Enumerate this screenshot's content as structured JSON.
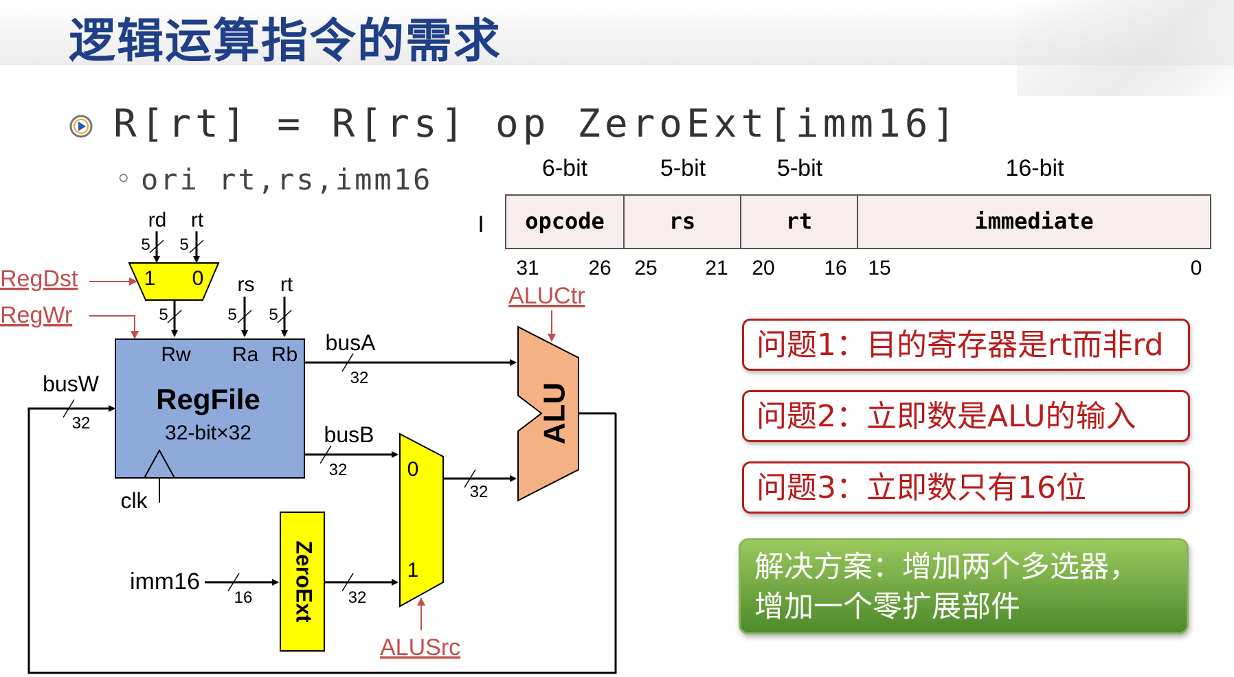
{
  "title": "逻辑运算指令的需求",
  "formula": "R[rt] = R[rs] op ZeroExt[imm16]",
  "sub_bullet": "◦",
  "instruction": "ori rt,rs,imm16",
  "format": {
    "marker": "I",
    "widths": [
      "6-bit",
      "5-bit",
      "5-bit",
      "16-bit"
    ],
    "fields": [
      "opcode",
      "rs",
      "rt",
      "immediate"
    ],
    "bit_positions": [
      "31",
      "26",
      "25",
      "21",
      "20",
      "16",
      "15",
      "0"
    ]
  },
  "diagram": {
    "mux1": {
      "in_left": "1",
      "in_right": "0",
      "top_rd": "rd",
      "top_rt": "rt",
      "width_rd": "5",
      "width_rt": "5",
      "width_out": "5"
    },
    "control": {
      "regdst": "RegDst",
      "regwr": "RegWr",
      "aluctr": "ALUCtr",
      "alusrc": "ALUSrc"
    },
    "regfile": {
      "title": "RegFile",
      "subtitle": "32-bit×32",
      "port_rw": "Rw",
      "port_ra": "Ra",
      "port_rb": "Rb",
      "rs_label": "rs",
      "rt_label": "rt",
      "width_ra": "5",
      "width_rb": "5",
      "clk": "clk"
    },
    "buses": {
      "busw": "busW",
      "busa": "busA",
      "busb": "busB",
      "w32_busw": "32",
      "w32_busa": "32",
      "w32_busb": "32",
      "w32_alu_in": "32",
      "w32_ext_out": "32"
    },
    "imm16": "imm16",
    "imm_width": "16",
    "zeroext": "ZeroExt",
    "mux2": {
      "in0": "0",
      "in1": "1"
    },
    "alu": "ALU"
  },
  "callouts": [
    "问题1：目的寄存器是rt而非rd",
    "问题2：立即数是ALU的输入",
    "问题3：立即数只有16位"
  ],
  "solution": {
    "line1": "解决方案：增加两个多选器，",
    "line2": "增加一个零扩展部件"
  },
  "colors": {
    "title": "#1f3f86",
    "control_red": "#c0504d",
    "regfile_fill": "#8eaadb",
    "mux_fill": "#ffff00",
    "alu_fill": "#f4b183",
    "callout_border": "#b81c1c",
    "solution_fill": "#6aa33e"
  }
}
